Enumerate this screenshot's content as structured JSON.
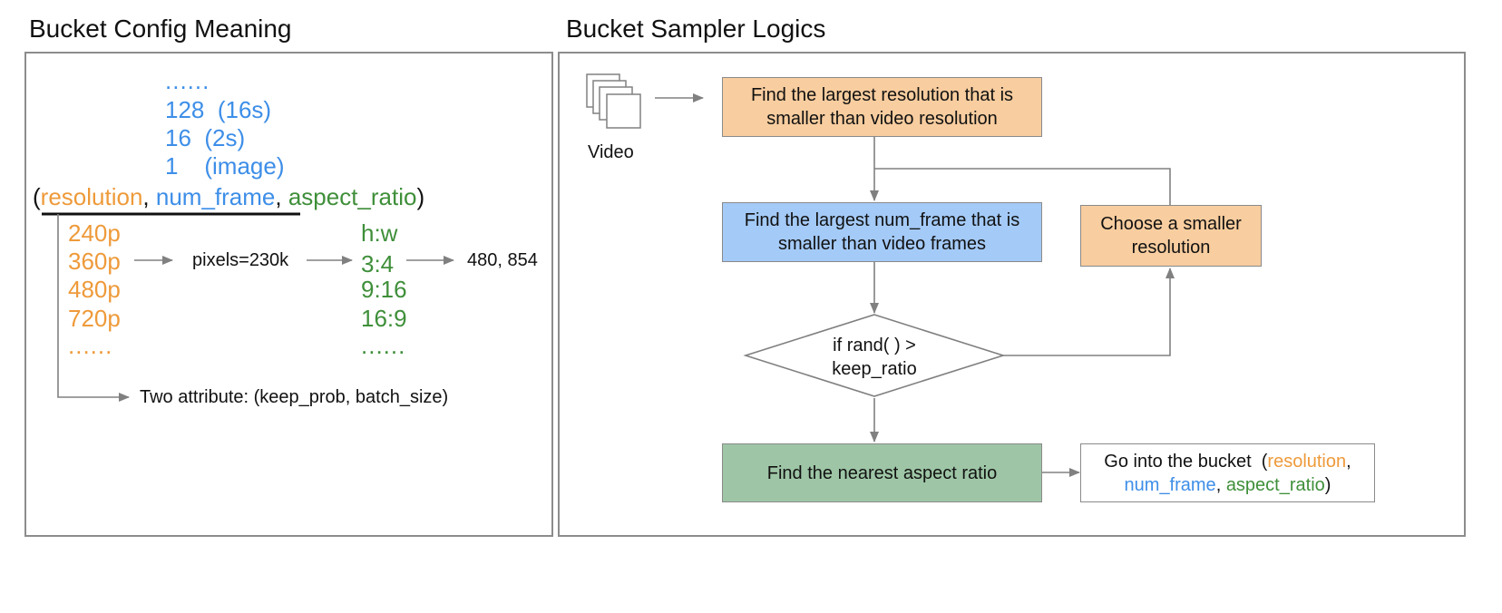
{
  "left_panel": {
    "title": "Bucket Config Meaning",
    "num_frame_values": [
      "......",
      "128  (16s)",
      "16  (2s)",
      "1    (image)"
    ],
    "tuple": {
      "open": "(",
      "resolution": "resolution",
      "sep1": ", ",
      "num_frame": "num_frame",
      "sep2": ", ",
      "aspect_ratio": "aspect_ratio",
      "close": ")"
    },
    "resolutions": [
      "240p",
      "360p",
      "480p",
      "720p",
      "......"
    ],
    "aspect_ratios": [
      "h:w",
      "3:4",
      "9:16",
      "16:9",
      "......"
    ],
    "pixels_label": "pixels=230k",
    "result_label": "480, 854",
    "attribute_label": "Two attribute: (keep_prob, batch_size)"
  },
  "right_panel": {
    "title": "Bucket Sampler Logics",
    "video_label": "Video",
    "step1": "Find the largest resolution that is smaller than video resolution",
    "step2": "Find the largest num_frame that is smaller than video frames",
    "decision": "if rand( ) > keep_ratio",
    "smaller": "Choose a smaller resolution",
    "step3": "Find the nearest aspect ratio",
    "bucket": {
      "prefix": "Go into the bucket  (",
      "resolution": "resolution",
      "sep1": ",",
      "num_frame": "num_frame",
      "sep2": ", ",
      "aspect_ratio": "aspect_ratio",
      "close": ")"
    }
  },
  "colors": {
    "orange": "#ee9a3a",
    "blue": "#3d8ee8",
    "green": "#3f8f3a",
    "box_orange": "#f8cd9f",
    "box_blue": "#a4caf7",
    "box_green": "#9ec6a6",
    "border": "#8c8c8c"
  }
}
